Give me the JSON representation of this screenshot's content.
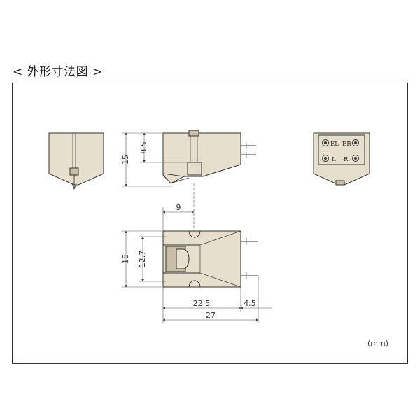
{
  "title": "< 外形寸法図 >",
  "unit_label": "(mm)",
  "dimensions": {
    "top_height": "15",
    "top_stylus_height": "8.5",
    "bottom_depth": "15",
    "bottom_inner": "12.7",
    "offset": "9",
    "length_main": "22.5",
    "length_pins": "4.5",
    "length_total": "27"
  },
  "terminals": {
    "el": "EL",
    "er": "ER",
    "l": "L",
    "r": "R"
  }
}
